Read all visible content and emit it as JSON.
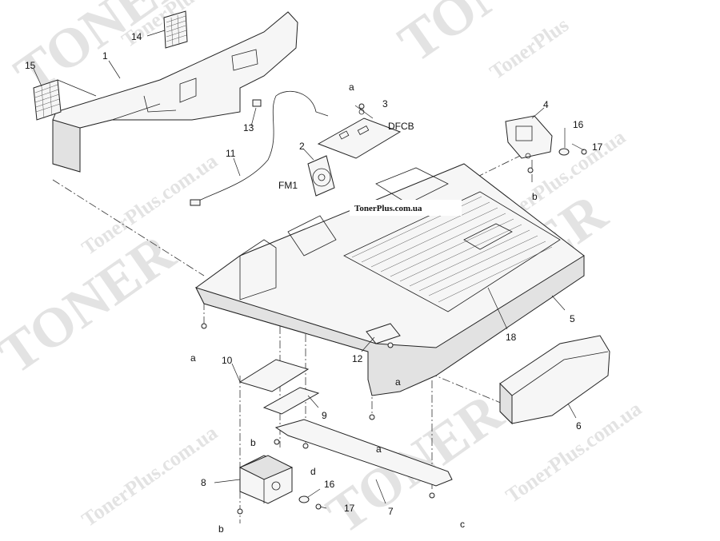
{
  "watermark": {
    "brand": "TONER",
    "site": "TonerPlus.com.ua",
    "site_short": "TonerPlus"
  },
  "site_label": "TonerPlus.com.ua",
  "callouts": {
    "p1": "1",
    "p2": "2",
    "p3": "3",
    "p4": "4",
    "p5": "5",
    "p6": "6",
    "p7": "7",
    "p8": "8",
    "p9": "9",
    "p10": "10",
    "p11": "11",
    "p12": "12",
    "p13": "13",
    "p14": "14",
    "p15": "15",
    "p16a": "16",
    "p16b": "16",
    "p17a": "17",
    "p17b": "17",
    "p18": "18"
  },
  "components": {
    "dfcb": "DFCB",
    "fm1": "FM1"
  },
  "screws": {
    "a1": "a",
    "a2": "a",
    "a3": "a",
    "a4": "a",
    "b1": "b",
    "b2": "b",
    "b3": "b",
    "c1": "c",
    "d1": "d"
  }
}
